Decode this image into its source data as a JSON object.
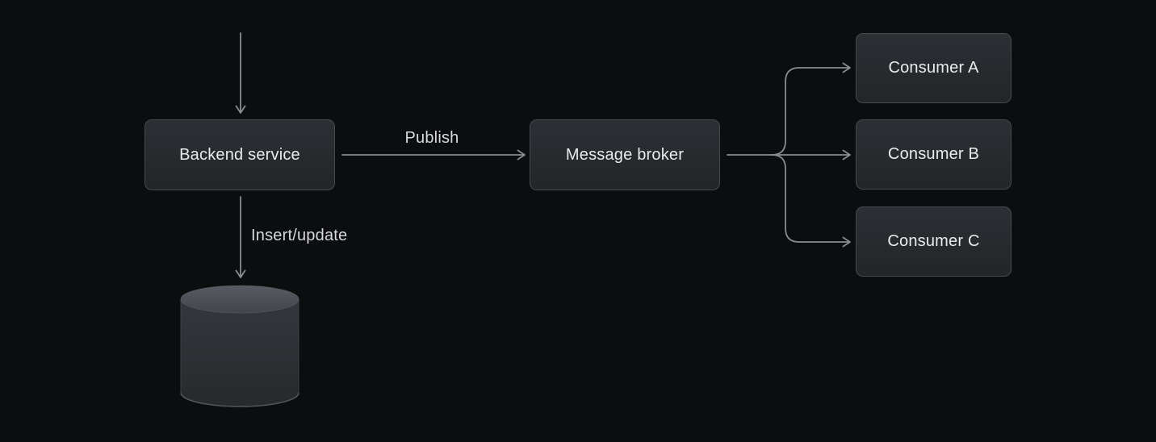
{
  "diagram": {
    "nodes": {
      "backend_service": {
        "label": "Backend service"
      },
      "message_broker": {
        "label": "Message broker"
      },
      "consumer_a": {
        "label": "Consumer A"
      },
      "consumer_b": {
        "label": "Consumer B"
      },
      "consumer_c": {
        "label": "Consumer C"
      }
    },
    "edge_labels": {
      "publish": "Publish",
      "insert_update": "Insert/update"
    },
    "icons": {
      "database": "database-cylinder-icon"
    },
    "colors": {
      "background": "#0c0d0e",
      "node_fill_top": "#2c2f34",
      "node_fill_bottom": "#232528",
      "node_border": "#47494e",
      "node_text": "#e9ebed",
      "edge": "#8a8c90",
      "edge_label": "#d7d9dc",
      "cylinder_top_light": "#575b62",
      "cylinder_top_dark": "#42454b",
      "cylinder_body_top": "#34373c",
      "cylinder_body_bottom": "#27292d",
      "cylinder_rim": "#53565c"
    }
  }
}
